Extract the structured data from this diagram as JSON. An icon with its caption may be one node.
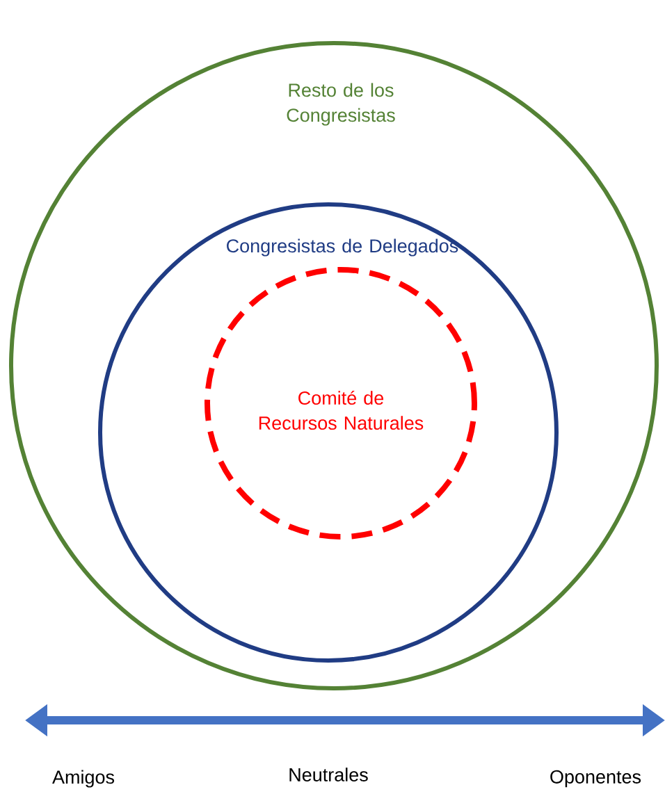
{
  "diagram": {
    "nodes": [
      {
        "text": [
          "Resto de los Congresistas"
        ]
      },
      {
        "text": [
          "Congresistas de Delegados"
        ],
        "in": 0
      },
      {
        "text": [
          "Comité de Recursos Naturales"
        ],
        "in": 1
      }
    ],
    "edges": [],
    "labels": [
      "Amigos",
      "Neutrales",
      "Oponentes"
    ]
  }
}
